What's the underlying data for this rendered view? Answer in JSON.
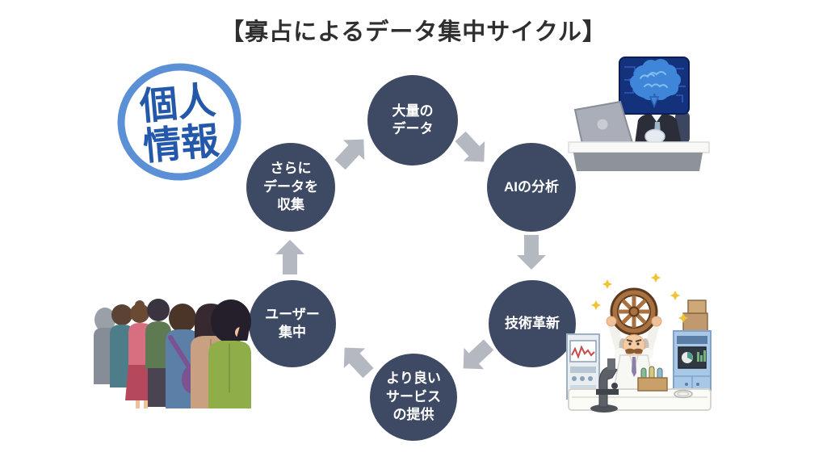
{
  "title": "【寡占によるデータ集中サイクル】",
  "diagram": {
    "type": "cycle",
    "nodes": [
      {
        "label": "大量の\nデータ"
      },
      {
        "label": "AIの分析"
      },
      {
        "label": "技術革新"
      },
      {
        "label": "より良い\nサービス\nの提供"
      },
      {
        "label": "ユーザー\n集中"
      },
      {
        "label": "さらに\nデータを\n収集"
      }
    ],
    "arrows": [
      {
        "from": "大量のデータ",
        "to": "AIの分析",
        "direction": "southeast"
      },
      {
        "from": "AIの分析",
        "to": "技術革新",
        "direction": "south"
      },
      {
        "from": "技術革新",
        "to": "より良いサービスの提供",
        "direction": "southwest"
      },
      {
        "from": "より良いサービスの提供",
        "to": "ユーザー集中",
        "direction": "northwest"
      },
      {
        "from": "ユーザー集中",
        "to": "さらにデータを収集",
        "direction": "north"
      },
      {
        "from": "さらにデータを収集",
        "to": "大量のデータ",
        "direction": "northeast"
      }
    ]
  },
  "stamp": {
    "line1": "個人",
    "line2": "情報"
  },
  "illustrations": [
    {
      "name": "personal-info-stamp"
    },
    {
      "name": "ai-brain-monitor-person-at-laptop"
    },
    {
      "name": "scientist-holding-reinvented-wheel"
    },
    {
      "name": "crowd-of-users-back-view"
    }
  ],
  "colors": {
    "node_fill": "#3E4A63",
    "node_text": "#FFFFFF",
    "arrow": "#B3B8C1",
    "stamp_ring": "#5B8FD6",
    "stamp_text": "#2458AB",
    "title_text": "#2F2F2F",
    "background": "#FFFFFF"
  }
}
